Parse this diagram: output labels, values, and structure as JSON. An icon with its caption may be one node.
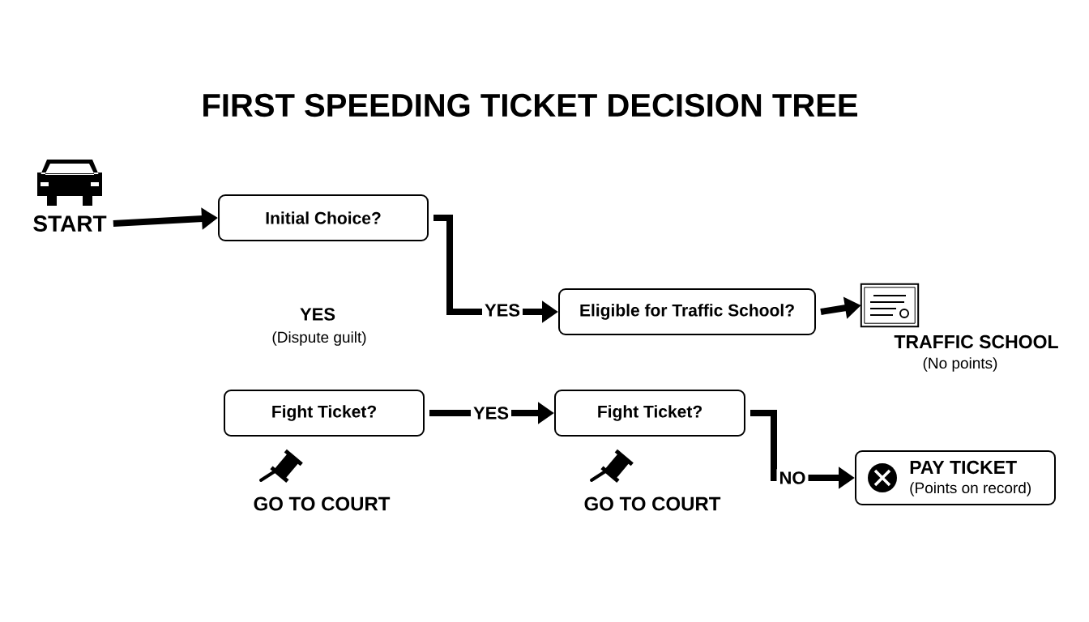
{
  "diagram": {
    "title": "FIRST SPEEDING TICKET DECISION TREE",
    "nodes": [
      {
        "text": [
          "START"
        ]
      },
      {
        "text": [
          "Initial Choice?"
        ]
      },
      {
        "text": [
          "Eligible for Traffic School?"
        ]
      },
      {
        "text": [],
        "shape": "picture",
        "beside": [
          "TRAFFIC SCHOOL",
          "(No points)"
        ]
      },
      {
        "text": [
          "Fight Ticket?"
        ]
      },
      {
        "text": [
          "Fight Ticket?"
        ]
      },
      {
        "text": [
          "PAY TICKET",
          "(Points on record)"
        ]
      }
    ],
    "edges": [
      {
        "from": 0,
        "to": 1,
        "arrow": "to"
      },
      {
        "from": 1,
        "to": 2,
        "arrow": "to",
        "label": "YES"
      },
      {
        "from": 2,
        "to": 3,
        "arrow": "to"
      },
      {
        "from": 4,
        "to": 5,
        "arrow": "to",
        "label": "YES"
      },
      {
        "from": 5,
        "to": 6,
        "arrow": "to",
        "label": "NO"
      }
    ],
    "labels": [
      "YES",
      "(Dispute guilt)",
      "GO TO COURT",
      "GO TO COURT"
    ]
  }
}
